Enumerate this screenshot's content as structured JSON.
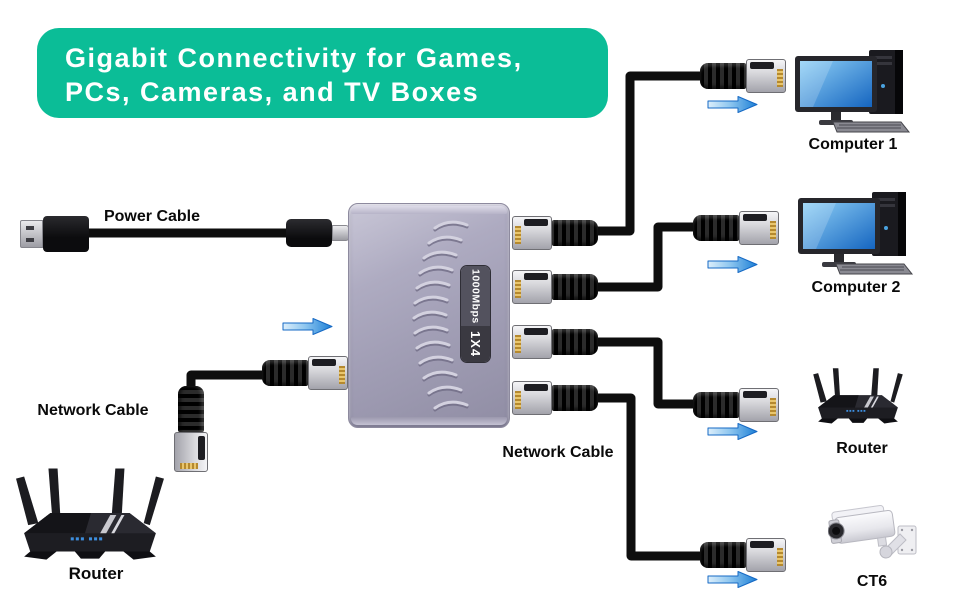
{
  "banner": {
    "line1": "Gigabit Connectivity for Games,",
    "line2": "PCs, Cameras, and TV Boxes"
  },
  "device": {
    "speed_badge": "1000Mbps",
    "ports_badge": "1X4"
  },
  "labels": {
    "power_cable": "Power Cable",
    "network_cable_left": "Network Cable",
    "network_cable_center": "Network Cable",
    "router_left": "Router"
  },
  "endpoints": [
    {
      "label": "Computer 1",
      "icon": "computer-icon"
    },
    {
      "label": "Computer 2",
      "icon": "computer-icon"
    },
    {
      "label": "Router",
      "icon": "router-icon"
    },
    {
      "label": "CT6",
      "icon": "camera-icon"
    }
  ],
  "colors": {
    "banner_green": "#0bbd97",
    "arrow_blue": "#1c7fd6",
    "cable_black": "#0e0e0e",
    "device_gray": "#a29fb6",
    "screen_blue": "#2f8fe0"
  }
}
